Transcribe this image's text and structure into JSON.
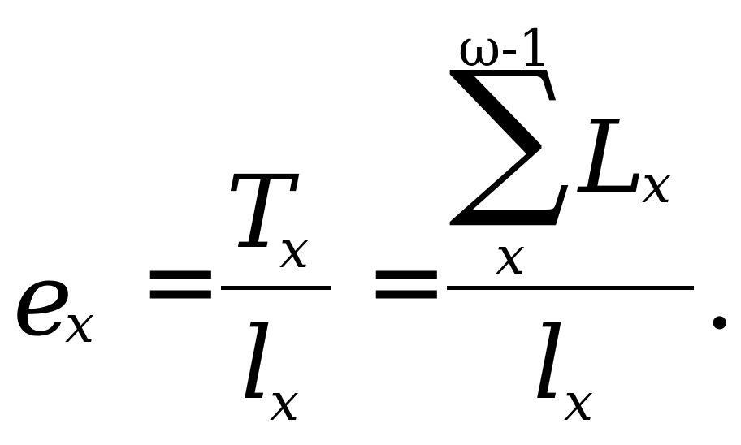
{
  "equation": {
    "lhs": {
      "symbol": "e",
      "subscript": "x"
    },
    "equals_1": "=",
    "fraction_1": {
      "numerator": {
        "symbol": "T",
        "subscript": "x"
      },
      "denominator": {
        "symbol": "l",
        "subscript": "x"
      }
    },
    "equals_2": "=",
    "fraction_2": {
      "numerator": {
        "sum_sign": "∑",
        "upper_limit": "ω-1",
        "lower_limit": "x",
        "summand": {
          "symbol": "L",
          "subscript": "x"
        }
      },
      "denominator": {
        "symbol": "l",
        "subscript": "x"
      }
    },
    "terminal_punctuation": "."
  }
}
